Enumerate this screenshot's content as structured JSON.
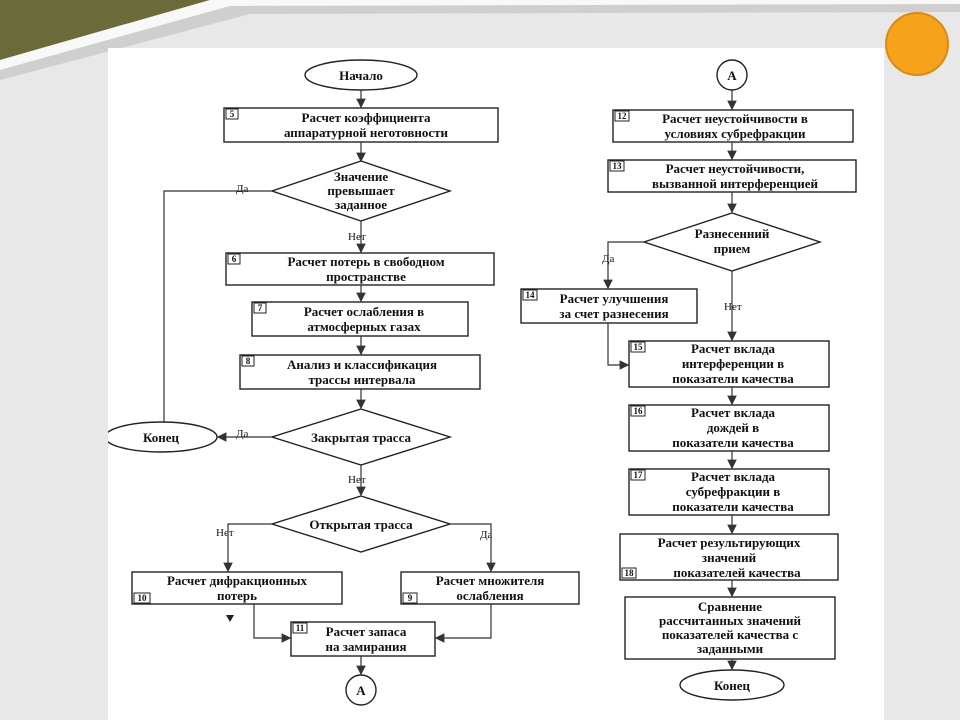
{
  "slide": {
    "accent_color": "#f7a21b",
    "banner_color": "#6b6b3a"
  },
  "flowchart": {
    "left": {
      "start": "Начало",
      "b5": {
        "num": "5",
        "lines": [
          "Расчет коэффициента",
          "аппаратурной неготовности"
        ]
      },
      "d1": {
        "lines": [
          "Значение",
          "превышает",
          "заданное"
        ]
      },
      "d1_yes": "Да",
      "d1_no": "Нет",
      "b6": {
        "num": "6",
        "lines": [
          "Расчет потерь в свободном",
          "пространстве"
        ]
      },
      "b7": {
        "num": "7",
        "lines": [
          "Расчет ослабления в",
          "атмосферных газах"
        ]
      },
      "b8": {
        "num": "8",
        "lines": [
          "Анализ и классификация",
          "трассы интервала"
        ]
      },
      "d2": {
        "lines": [
          "Закрытая трасса"
        ]
      },
      "d2_yes": "Да",
      "d2_no": "Нет",
      "end": "Конец",
      "d3": {
        "lines": [
          "Открытая трасса"
        ]
      },
      "d3_no": "Нет",
      "d3_yes": "Да",
      "b10": {
        "num": "10",
        "lines": [
          "Расчет дифракционных",
          "потерь"
        ]
      },
      "b9": {
        "num": "9",
        "lines": [
          "Расчет множителя",
          "ослабления"
        ]
      },
      "b11": {
        "num": "11",
        "lines": [
          "Расчет запаса",
          "на замирания"
        ]
      },
      "connector": "А"
    },
    "right": {
      "connector": "А",
      "b12": {
        "num": "12",
        "lines": [
          "Расчет неустойчивости в",
          "условиях субрефракции"
        ]
      },
      "b13": {
        "num": "13",
        "lines": [
          "Расчет неустойчивости,",
          "вызванной интерференцией"
        ]
      },
      "d4": {
        "lines": [
          "Разнесенний",
          "прием"
        ]
      },
      "d4_yes": "Да",
      "d4_no": "Нет",
      "b14": {
        "num": "14",
        "lines": [
          "Расчет улучшения",
          "за счет разнесения"
        ]
      },
      "b15": {
        "num": "15",
        "lines": [
          "Расчет вклада",
          "интерференции в",
          "показатели качества"
        ]
      },
      "b16": {
        "num": "16",
        "lines": [
          "Расчет вклада",
          "дождей в",
          "показатели качества"
        ]
      },
      "b17": {
        "num": "17",
        "lines": [
          "Расчет вклада",
          "субрефракции в",
          "показатели качества"
        ]
      },
      "b18": {
        "num": "18",
        "lines": [
          "Расчет результирующих",
          "значений",
          "показателей качества"
        ]
      },
      "b19": {
        "lines": [
          "Сравнение",
          "рассчитанных значений",
          "показателей качества с",
          "заданными"
        ]
      },
      "end": "Конец"
    }
  }
}
